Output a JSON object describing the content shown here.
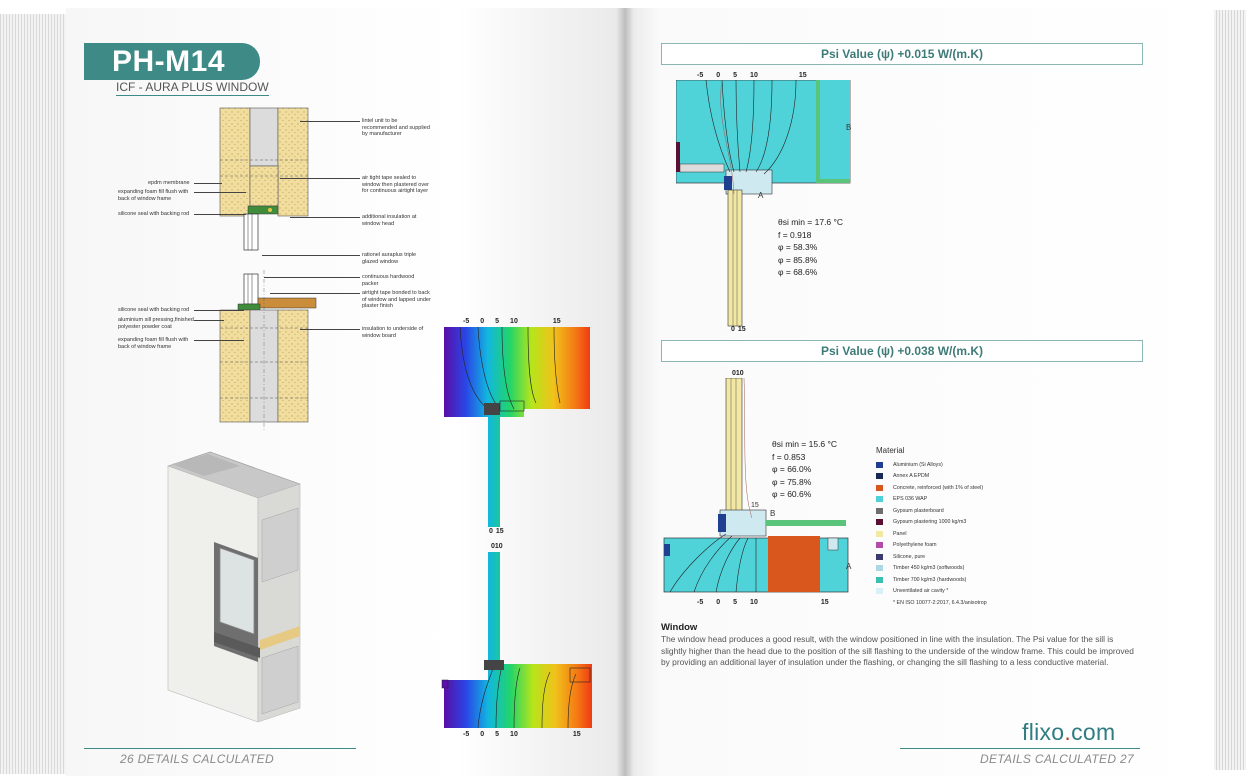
{
  "header": {
    "code": "PH-M14",
    "subtitle": "ICF - AURA PLUS WINDOW"
  },
  "drawing_callouts": {
    "lintel": "lintel unit to be recommended and supplied by manufacturer",
    "epdm": "epdm membrane",
    "expanding_foam_head": "expanding foam fill flush with back of window frame",
    "silicone_head": "silicone seal with backing rod",
    "airtight_head": "air tight tape sealed to window then plastered over for continuous airtight layer",
    "additional_insulation": "additional insulation at window head",
    "glazing": "rationel auraplus triple glazed window",
    "hardwood_packer": "continuous hardwood packer",
    "airtight_sill": "airtight tape bonded to back of window and lapped under plaster finish",
    "silicone_sill": "silicone seal with backing rod",
    "aluminium_sill": "aluminium sill pressing,finished polyester powder coat",
    "expanding_foam_sill": "expanding foam fill flush with back of window frame",
    "insulation_board": "insulation to underside of window board"
  },
  "axis_labels": {
    "top": [
      "-5",
      "0",
      "5",
      "10",
      "15"
    ],
    "bottom_glass": [
      "0",
      "15"
    ],
    "top_glass": [
      "0",
      "10"
    ]
  },
  "head_result": {
    "psi": "Psi Value (ψ)  +0.015 W/(m.K)",
    "theta": "θsi min = 17.6 °C",
    "frsi": "f = 0.918",
    "phi1": "φ = 58.3%",
    "phi2": "φ = 85.8%",
    "phi3": "φ = 68.6%",
    "point_b": "B",
    "point_a": "A"
  },
  "sill_result": {
    "psi": "Psi Value (ψ) +0.038 W/(m.K)",
    "theta": "θsi min = 15.6 °C",
    "frsi": "f = 0.853",
    "phi1": "φ = 66.0%",
    "phi2": "φ = 75.8%",
    "phi3": "φ = 60.6%",
    "point_b": "B",
    "point_a": "A",
    "label_15": "15"
  },
  "legend": {
    "title": "Material",
    "items": [
      {
        "label": "Aluminium (Si Alloys)",
        "color": "#1f3f91"
      },
      {
        "label": "Annex A EPDM",
        "color": "#182a55"
      },
      {
        "label": "Concrete, reinforced (with 1% of steel)",
        "color": "#d9561c"
      },
      {
        "label": "EPS 036 WAP",
        "color": "#4dd2d8"
      },
      {
        "label": "Gypsum plasterboard",
        "color": "#6e6e6e"
      },
      {
        "label": "Gypsum plastering 1000 kg/m3",
        "color": "#5a1030"
      },
      {
        "label": "Panel",
        "color": "#f2e8a4"
      },
      {
        "label": "Polyethylene foam",
        "color": "#b34ca6"
      },
      {
        "label": "Silicone, pure",
        "color": "#3b3b6e"
      },
      {
        "label": "Timber 450 kg/m3 (softwoods)",
        "color": "#a9d9e4"
      },
      {
        "label": "Timber 700 kg/m3 (hardwoods)",
        "color": "#3bbfb0"
      },
      {
        "label": "Unventilated air cavity *",
        "color": "#d8f1f7"
      },
      {
        "label": "* EN ISO 10077-2:2017, 6.4.3/anisotrop",
        "color": ""
      }
    ]
  },
  "window_text": {
    "title": "Window",
    "body": "The window head produces a good result, with the window positioned in line with the insulation. The Psi value for the sill is slightly higher than the head due to the position of the sill flashing to the underside of the window frame. This could be improved by providing an additional layer of insulation under the flashing, or changing the sill flashing to a less conductive material."
  },
  "footer": {
    "left_page": "26",
    "left_label": "DETAILS CALCULATED",
    "right_label": "DETAILS CALCULATED",
    "right_page": "27",
    "brand_a": "flixo",
    "brand_dot": ".",
    "brand_b": "com"
  },
  "colors": {
    "accent": "#3d8a87",
    "psi_text": "#3d7b78",
    "brand": "#2f7d82"
  }
}
